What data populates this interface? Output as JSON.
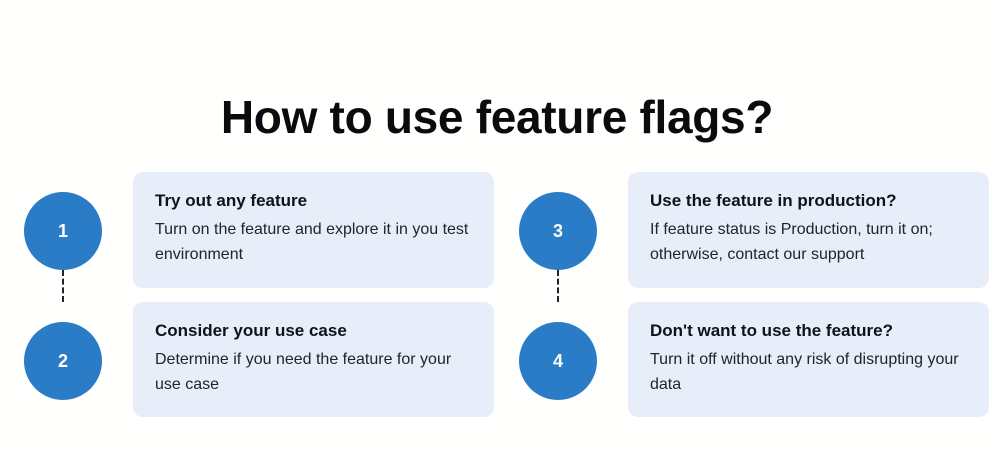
{
  "header": {
    "title": "How to use feature flags?"
  },
  "theme": {
    "page_background": "#fffffd",
    "card_background": "#e7eef9",
    "marker_blue": "#2a7cc7",
    "marker_number_color": "#ffffff",
    "title_color": "#0b0b0f",
    "body_color": "#23232b",
    "connector_color": "#23232b"
  },
  "steps": [
    {
      "number": "1",
      "title": "Try out any feature",
      "description": "Turn on the feature and explore it in you test environment"
    },
    {
      "number": "2",
      "title": "Consider your use case",
      "description": "Determine if you need the feature for your use case"
    },
    {
      "number": "3",
      "title": "Use the feature in production?",
      "description": "If feature status is Production, turn it on; otherwise, contact our support"
    },
    {
      "number": "4",
      "title": "Don't want to use the feature?",
      "description": "Turn it off without any risk of disrupting your data"
    }
  ]
}
